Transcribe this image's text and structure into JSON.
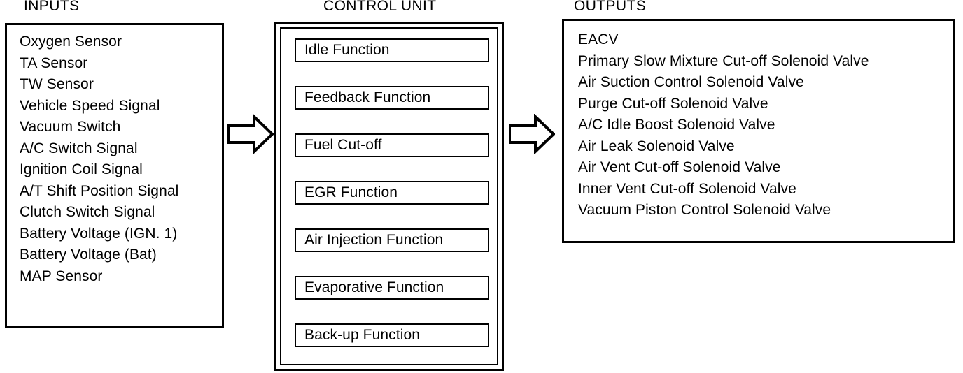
{
  "diagram": {
    "title_inputs": "INPUTS",
    "title_control_unit": "CONTROL UNIT",
    "title_outputs": "OUTPUTS",
    "line_color": "#000000",
    "background_color": "#ffffff"
  },
  "inputs": {
    "heading": "INPUTS",
    "items": [
      "Oxygen Sensor",
      "TA Sensor",
      "TW Sensor",
      "Vehicle Speed Signal",
      "Vacuum Switch",
      "A/C Switch Signal",
      "Ignition Coil Signal",
      "A/T Shift Position Signal",
      "Clutch Switch Signal",
      "Battery Voltage (IGN. 1)",
      "Battery Voltage (Bat)",
      "MAP Sensor"
    ]
  },
  "control_unit": {
    "heading": "CONTROL UNIT",
    "functions": [
      "Idle Function",
      "Feedback Function",
      "Fuel Cut-off",
      "EGR Function",
      "Air Injection Function",
      "Evaporative Function",
      "Back-up Function"
    ]
  },
  "outputs": {
    "heading": "OUTPUTS",
    "items": [
      "EACV",
      "Primary Slow Mixture Cut-off Solenoid Valve",
      "Air Suction Control Solenoid Valve",
      "Purge Cut-off Solenoid Valve",
      "A/C Idle Boost Solenoid Valve",
      "Air Leak Solenoid Valve",
      "Air Vent Cut-off Solenoid Valve",
      "Inner Vent Cut-off Solenoid Valve",
      "Vacuum Piston Control Solenoid Valve"
    ]
  },
  "connectors": [
    {
      "name": "inputs-to-control-unit",
      "direction": "right"
    },
    {
      "name": "control-unit-to-outputs",
      "direction": "right"
    }
  ]
}
